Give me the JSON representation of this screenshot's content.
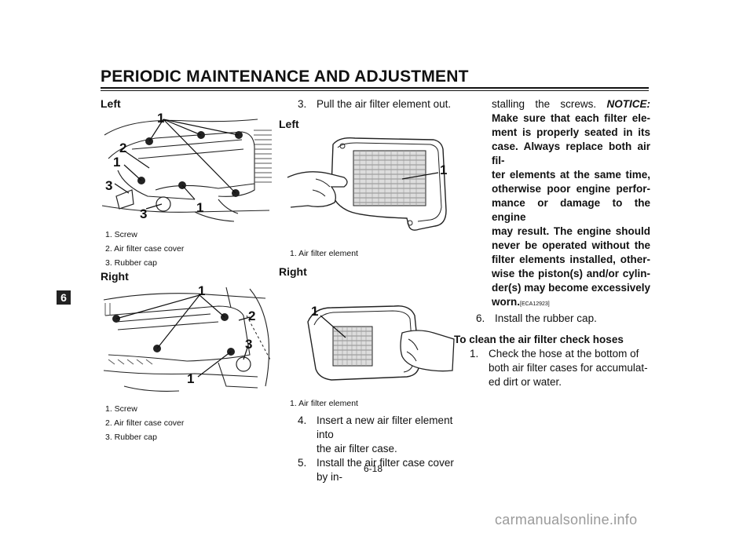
{
  "header": {
    "title": "PERIODIC MAINTENANCE AND ADJUSTMENT",
    "chapter": "6"
  },
  "left_column": {
    "fig1": {
      "heading": "Left",
      "callouts": [
        "1",
        "2",
        "1",
        "3",
        "3",
        "1"
      ],
      "legend": [
        "1. Screw",
        "2. Air filter case cover",
        "3. Rubber cap"
      ]
    },
    "fig2": {
      "heading": "Right",
      "callouts": [
        "1",
        "2",
        "3",
        "1"
      ],
      "legend": [
        "1. Screw",
        "2. Air filter case cover",
        "3. Rubber cap"
      ]
    }
  },
  "middle_column": {
    "step3": {
      "num": "3.",
      "text": "Pull the air filter element out."
    },
    "fig3": {
      "heading": "Left",
      "callout": "1",
      "legend": [
        "1. Air filter element"
      ]
    },
    "fig4": {
      "heading": "Right",
      "callout": "1",
      "legend": [
        "1. Air filter element"
      ]
    },
    "step4": {
      "num": "4.",
      "line1": "Insert a new air filter element into",
      "line2": "the air filter case."
    },
    "step5": {
      "num": "5.",
      "line1": "Install the air filter case cover by in-"
    }
  },
  "right_column": {
    "continued_line": "stalling the screws.",
    "notice_label": "NOTICE:",
    "warning_lines": [
      "Make sure that each filter ele-",
      "ment is properly seated in its",
      "case. Always replace both air fil-",
      "ter elements at the same time,",
      "otherwise poor engine perfor-",
      "mance or damage to the engine",
      "may result. The engine should",
      "never be operated without the",
      "filter elements installed, other-",
      "wise the piston(s) and/or cylin-",
      "der(s) may become excessively"
    ],
    "warning_last": "worn.",
    "code": "[ECA12923]",
    "step6": {
      "num": "6.",
      "text": "Install the rubber cap."
    },
    "section_title": "To clean the air filter check hoses",
    "step1": {
      "num": "1.",
      "lines": [
        "Check the hose at the bottom of",
        "both air filter cases for accumulat-",
        "ed dirt or water."
      ]
    }
  },
  "footer": {
    "page_number": "6-18",
    "watermark": "carmanualsonline.info"
  }
}
